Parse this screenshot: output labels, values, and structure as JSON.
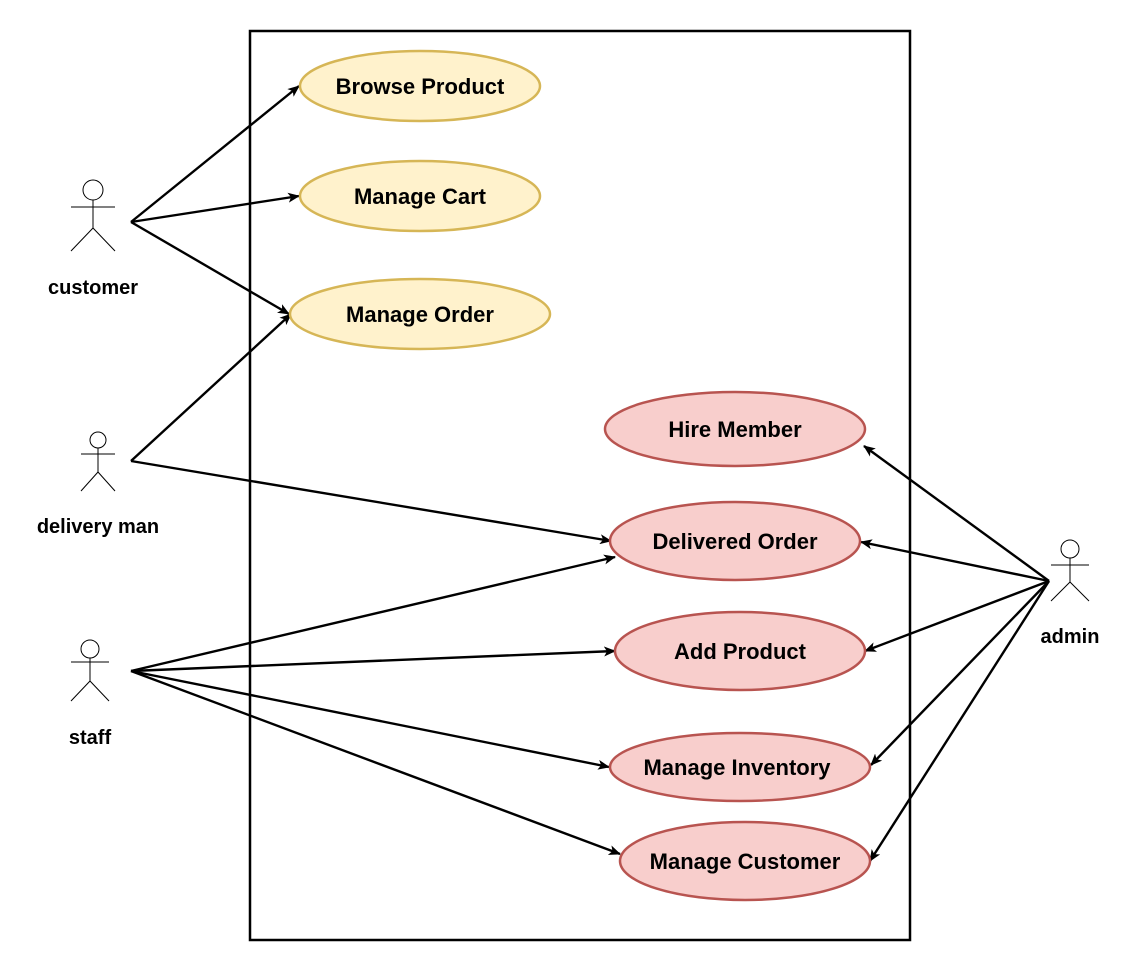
{
  "colors": {
    "yellow_fill": "#fff2cc",
    "yellow_stroke": "#d6b656",
    "red_fill": "#f8cecc",
    "red_stroke": "#b85450",
    "line": "#000000",
    "boundary": "#000000"
  },
  "actors": {
    "customer": {
      "label": "customer"
    },
    "delivery_man": {
      "label": "delivery man"
    },
    "staff": {
      "label": "staff"
    },
    "admin": {
      "label": "admin"
    }
  },
  "usecases": {
    "browse_product": {
      "label": "Browse Product"
    },
    "manage_cart": {
      "label": "Manage Cart"
    },
    "manage_order": {
      "label": "Manage Order"
    },
    "hire_member": {
      "label": "Hire Member"
    },
    "delivered_order": {
      "label": "Delivered Order"
    },
    "add_product": {
      "label": "Add Product"
    },
    "manage_inventory": {
      "label": "Manage Inventory"
    },
    "manage_customer": {
      "label": "Manage Customer"
    }
  }
}
